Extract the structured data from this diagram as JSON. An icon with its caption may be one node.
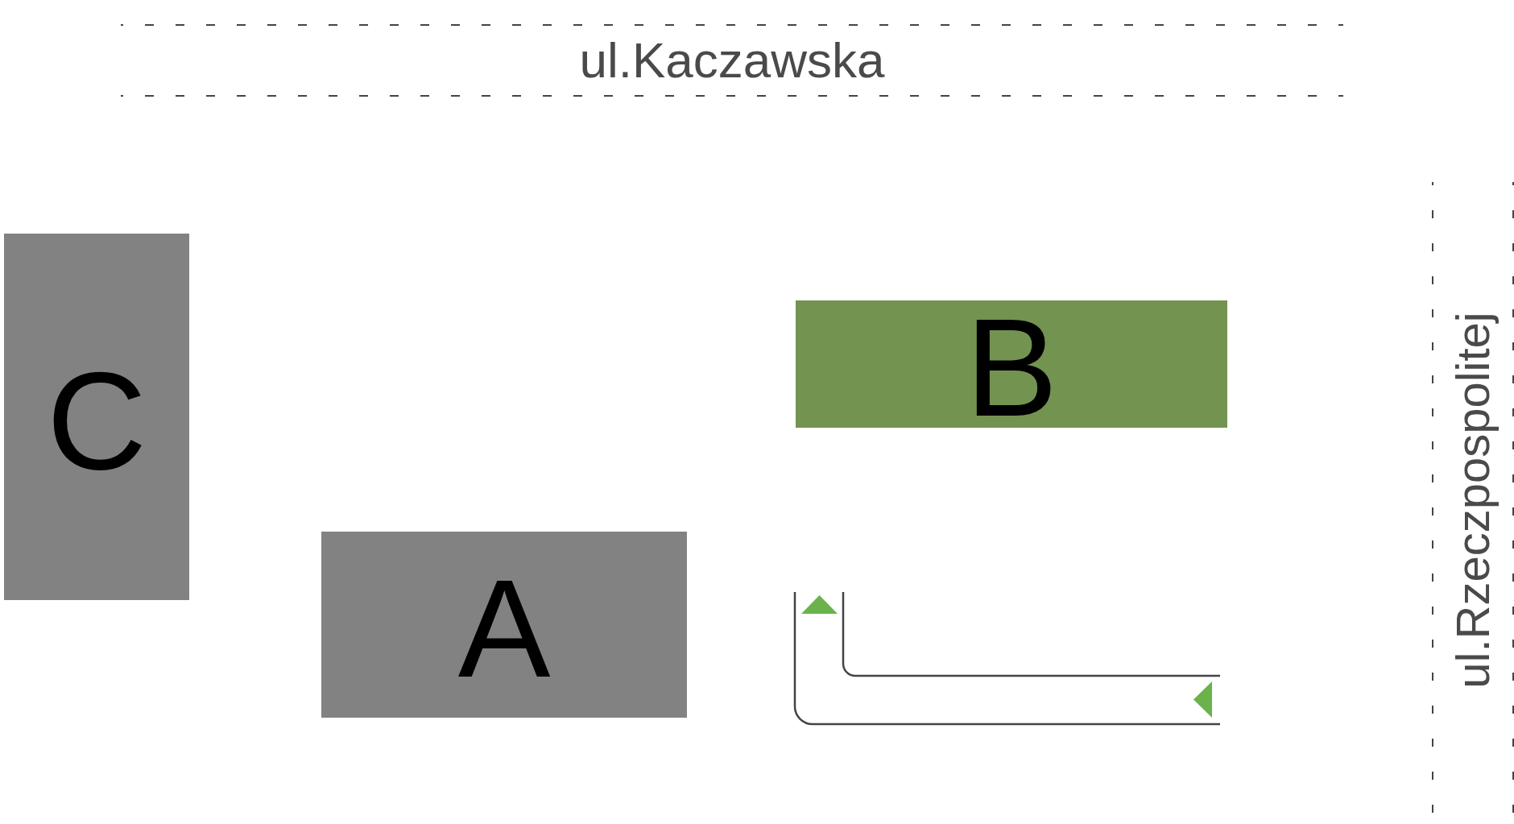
{
  "diagram": {
    "nodes": [
      {
        "text": [
          "ul.Kaczawska"
        ]
      },
      {
        "text": [
          "C"
        ]
      },
      {
        "text": [
          "B"
        ]
      },
      {
        "text": [
          "A"
        ]
      },
      {
        "text": [
          "ul.Rzeczpospolitej"
        ]
      }
    ]
  }
}
